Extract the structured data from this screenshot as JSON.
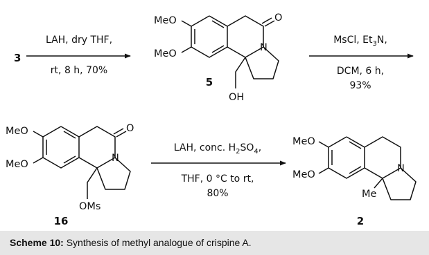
{
  "scheme": {
    "compounds": [
      "3",
      "5",
      "16",
      "2"
    ],
    "atoms": {
      "meo": "MeO",
      "o": "O",
      "n": "N",
      "oh": "OH",
      "oms": "OMs",
      "me": "Me"
    },
    "step1": {
      "line1": "LAH, dry THF,",
      "line2": "rt, 8 h, 70%"
    },
    "step2": {
      "line1_prefix": "MsCl, Et",
      "line1_sub": "3",
      "line1_suffix": "N,",
      "line2": "DCM, 6 h,",
      "line3": "93%"
    },
    "step3": {
      "line1_prefix": "LAH, conc. H",
      "line1_sub": "2",
      "line1_suffix": "SO",
      "line1_sub2": "4",
      "line1_end": ",",
      "line2": "THF, 0 °C to rt,",
      "line3": "80%"
    }
  },
  "caption": {
    "label": "Scheme 10:",
    "text": " Synthesis of methyl analogue of crispine A."
  }
}
